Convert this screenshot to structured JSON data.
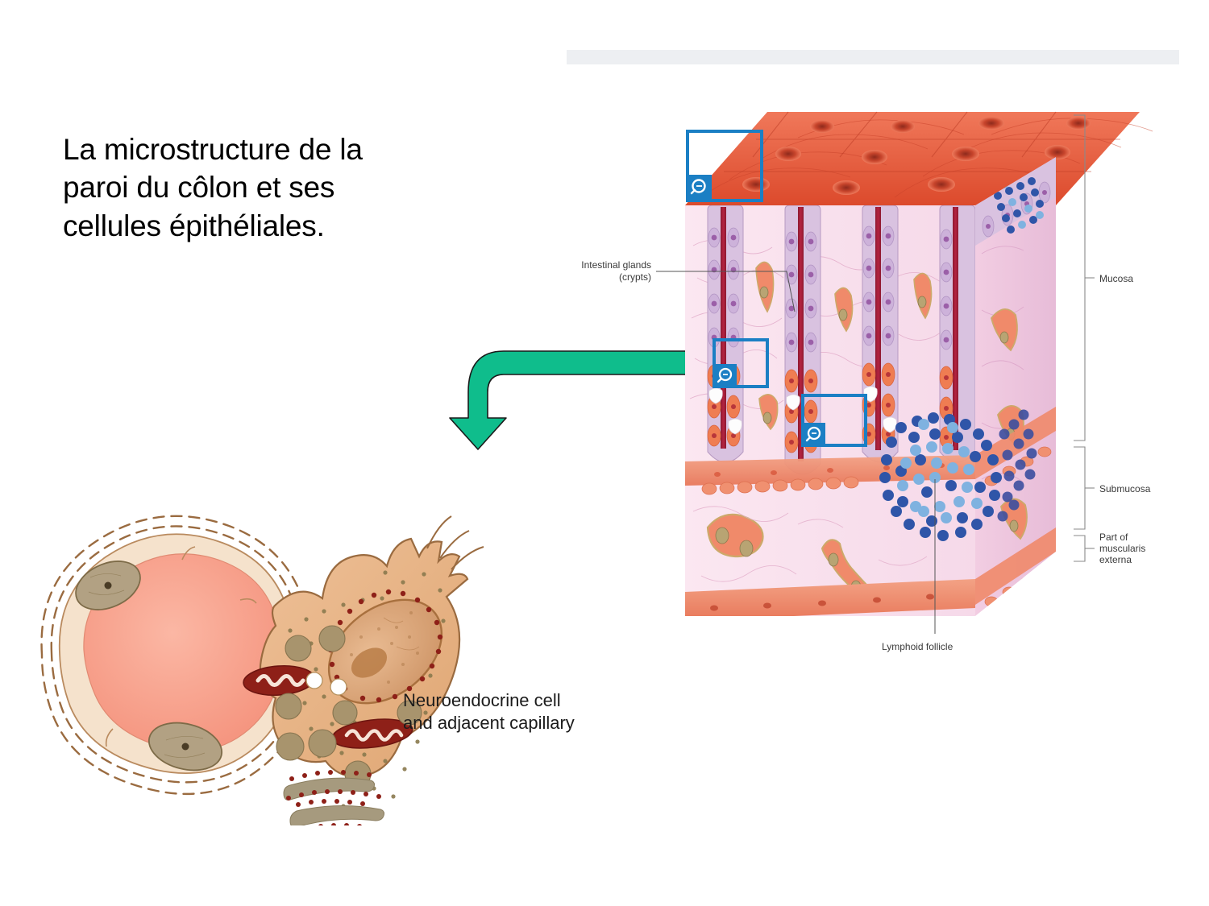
{
  "slide": {
    "background_color": "#ffffff",
    "title_lines": "La microstructure de la\nparoi du côlon et ses\ncellules épithéliales."
  },
  "topbar": {
    "color": "#edeff2"
  },
  "arrow": {
    "name": "curved-down-arrow",
    "fill_color": "#0fbd8c",
    "outline_color": "#1a1a1a"
  },
  "colon_figure": {
    "title": "Colon wall cross-section block diagram",
    "labels": {
      "intestinal_glands": "Intestinal glands\n(crypts)",
      "lymphoid_follicle": "Lymphoid follicle",
      "mucosa": "Mucosa",
      "submucosa": "Submucosa",
      "muscularis": "Part of\nmuscularis\nexterna"
    },
    "magnifier_boxes": [
      {
        "id": "magnifier-box-1",
        "label": "surface epithelium zoom"
      },
      {
        "id": "magnifier-box-2",
        "label": "crypt base zoom"
      },
      {
        "id": "magnifier-box-3",
        "label": "lamina propria zoom"
      }
    ],
    "colors": {
      "magnifier_border": "#1b7fc4",
      "mucosa_surface": "#e8583a",
      "epithelium": "#d9c2e0",
      "lamina_propria": "#f7dbe8",
      "lymphocyte_dark": "#2f55a8",
      "lymphocyte_light": "#7fb2e0",
      "muscle": "#ef8a6a",
      "bracket_line": "#8a8a8a"
    }
  },
  "cell_figure": {
    "caption": "Neuroendocrine cell\nand adjacent capillary",
    "colors": {
      "capillary_lumen": "#f79a83",
      "endothelium": "#f5e2cc",
      "nucleus_fill": "#b2a183",
      "cell_body": "#e5b183",
      "granule": "#a8946d",
      "mitochondrion": "#8e2018",
      "outline": "#9a6b40"
    }
  }
}
